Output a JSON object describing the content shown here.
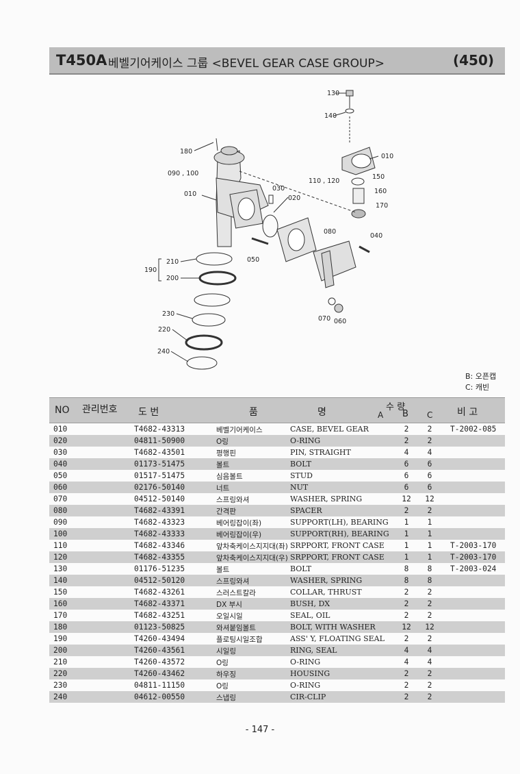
{
  "header": {
    "model": "T450A",
    "title": "베벨기어케이스 그룹 <BEVEL GEAR CASE GROUP>",
    "code": "(450)"
  },
  "diagram": {
    "callouts": [
      "130",
      "140",
      "180",
      "010",
      "090 , 100",
      "030",
      "020",
      "010",
      "110 , 120",
      "150",
      "160",
      "170",
      "080",
      "040",
      "050",
      "190",
      "210",
      "200",
      "230",
      "220",
      "240",
      "070",
      "060"
    ]
  },
  "legend": {
    "b": "B: 오픈캡",
    "c": "C: 캐빈"
  },
  "table": {
    "headers": {
      "no": "NO",
      "mgmt": "관리번호",
      "drawing": "도 번",
      "name1": "품",
      "name2": "명",
      "qty": "수 량",
      "a": "A",
      "b": "B",
      "c": "C",
      "remark": "비 고"
    },
    "rows": [
      {
        "no": "010",
        "drawing": "T4682-43313",
        "kr": "베벨기어케이스",
        "en": "CASE, BEVEL GEAR",
        "b": "2",
        "c": "2",
        "remark": "T-2002-085"
      },
      {
        "no": "020",
        "drawing": "04811-50900",
        "kr": "O링",
        "en": "O-RING",
        "b": "2",
        "c": "2",
        "remark": ""
      },
      {
        "no": "030",
        "drawing": "T4682-43501",
        "kr": "평행핀",
        "en": "PIN, STRAIGHT",
        "b": "4",
        "c": "4",
        "remark": ""
      },
      {
        "no": "040",
        "drawing": "01173-51475",
        "kr": "볼트",
        "en": "BOLT",
        "b": "6",
        "c": "6",
        "remark": ""
      },
      {
        "no": "050",
        "drawing": "01517-51475",
        "kr": "심음볼트",
        "en": "STUD",
        "b": "6",
        "c": "6",
        "remark": ""
      },
      {
        "no": "060",
        "drawing": "02176-50140",
        "kr": "너트",
        "en": "NUT",
        "b": "6",
        "c": "6",
        "remark": ""
      },
      {
        "no": "070",
        "drawing": "04512-50140",
        "kr": "스프링와셔",
        "en": "WASHER, SPRING",
        "b": "12",
        "c": "12",
        "remark": ""
      },
      {
        "no": "080",
        "drawing": "T4682-43391",
        "kr": "간격판",
        "en": "SPACER",
        "b": "2",
        "c": "2",
        "remark": ""
      },
      {
        "no": "090",
        "drawing": "T4682-43323",
        "kr": "베어링잡이(좌)",
        "en": "SUPPORT(LH), BEARING",
        "b": "1",
        "c": "1",
        "remark": ""
      },
      {
        "no": "100",
        "drawing": "T4682-43333",
        "kr": "베어링잡이(우)",
        "en": "SUPPORT(RH), BEARING",
        "b": "1",
        "c": "1",
        "remark": ""
      },
      {
        "no": "110",
        "drawing": "T4682-43346",
        "kr": "앞차축케이스지지대(좌)",
        "en": "SRPPORT, FRONT CASE",
        "b": "1",
        "c": "1",
        "remark": "T-2003-170"
      },
      {
        "no": "120",
        "drawing": "T4682-43355",
        "kr": "앞차축케이스지지대(우)",
        "en": "SRPPORT, FRONT CASE",
        "b": "1",
        "c": "1",
        "remark": "T-2003-170"
      },
      {
        "no": "130",
        "drawing": "01176-51235",
        "kr": "볼트",
        "en": "BOLT",
        "b": "8",
        "c": "8",
        "remark": "T-2003-024"
      },
      {
        "no": "140",
        "drawing": "04512-50120",
        "kr": "스프링와셔",
        "en": "WASHER, SPRING",
        "b": "8",
        "c": "8",
        "remark": ""
      },
      {
        "no": "150",
        "drawing": "T4682-43261",
        "kr": "스러스트칼라",
        "en": "COLLAR, THRUST",
        "b": "2",
        "c": "2",
        "remark": ""
      },
      {
        "no": "160",
        "drawing": "T4682-43371",
        "kr": "DX 부시",
        "en": "BUSH, DX",
        "b": "2",
        "c": "2",
        "remark": ""
      },
      {
        "no": "170",
        "drawing": "T4682-43251",
        "kr": "오일시일",
        "en": "SEAL, OIL",
        "b": "2",
        "c": "2",
        "remark": ""
      },
      {
        "no": "180",
        "drawing": "01123-50825",
        "kr": "와셔붙임볼트",
        "en": "BOLT, WITH WASHER",
        "b": "12",
        "c": "12",
        "remark": ""
      },
      {
        "no": "190",
        "drawing": "T4260-43494",
        "kr": "플로팅시일조합",
        "en": "ASS' Y, FLOATING SEAL",
        "b": "2",
        "c": "2",
        "remark": ""
      },
      {
        "no": "200",
        "drawing": "T4260-43561",
        "kr": "시일링",
        "en": "RING, SEAL",
        "b": "4",
        "c": "4",
        "remark": ""
      },
      {
        "no": "210",
        "drawing": "T4260-43572",
        "kr": "O링",
        "en": "O-RING",
        "b": "4",
        "c": "4",
        "remark": ""
      },
      {
        "no": "220",
        "drawing": "T4260-43462",
        "kr": "하우징",
        "en": "HOUSING",
        "b": "2",
        "c": "2",
        "remark": ""
      },
      {
        "no": "230",
        "drawing": "04811-11150",
        "kr": "O링",
        "en": "O-RING",
        "b": "2",
        "c": "2",
        "remark": ""
      },
      {
        "no": "240",
        "drawing": "04612-00550",
        "kr": "스냅링",
        "en": "CIR-CLIP",
        "b": "2",
        "c": "2",
        "remark": ""
      }
    ]
  },
  "footer": {
    "page": "- 147 -"
  }
}
